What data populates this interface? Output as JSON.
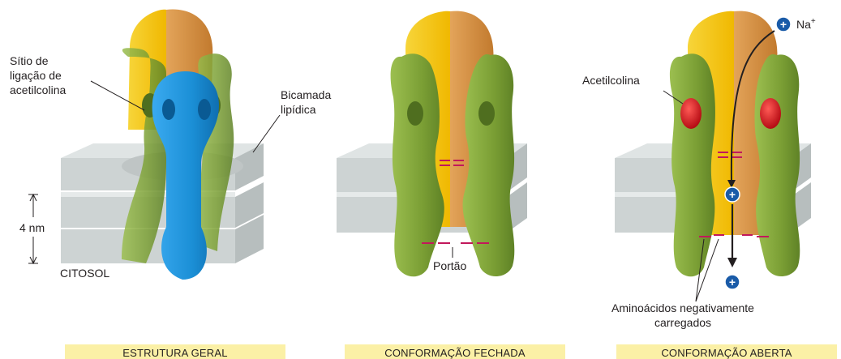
{
  "labels": {
    "binding_site": [
      "Sítio de",
      "ligação de",
      "acetilcolina"
    ],
    "bilayer": [
      "Bicamada",
      "lipídica"
    ],
    "thickness": "4 nm",
    "cytosol": "CITOSOL",
    "gate": "Portão",
    "acetylcholine": "Acetilcolina",
    "ion": "Na",
    "ion_charge": "+",
    "negative_aa": [
      "Aminoácidos negativamente",
      "carregados"
    ]
  },
  "captions": {
    "general": "ESTRUTURA GERAL",
    "closed": "CONFORMAÇÃO FECHADA",
    "open": "CONFORMAÇÃO ABERTA"
  },
  "colors": {
    "yellow_subunit": "#f5c400",
    "orange_subunit": "#d8913f",
    "green_subunit": "#7ea33a",
    "blue_subunit": "#1b8fd6",
    "membrane": "#c9cfcf",
    "acetylcholine": "#d9141c",
    "ion": "#1a5ba8",
    "charge_mark": "#c2185b",
    "caption_bg": "#fbf0a6"
  }
}
